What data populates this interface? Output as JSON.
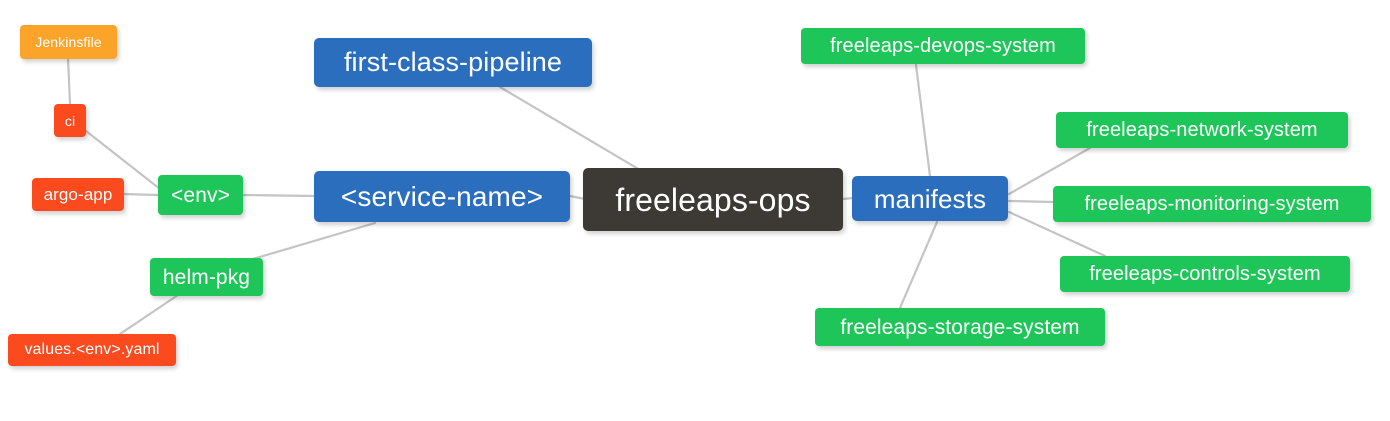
{
  "diagram": {
    "title": "freeleaps-ops repository mindmap",
    "type": "mindmap",
    "background": "#ffffff",
    "edge_color": "#c4c4c4",
    "palette": {
      "root_dark": "#3d3935",
      "blue": "#2a6ebd",
      "green": "#1ec65a",
      "orange": "#fca32a",
      "red": "#fa4a1e",
      "label_text": "#ffffff"
    },
    "nodes": {
      "root": {
        "label": "freeleaps-ops",
        "color": "#3d3935"
      },
      "service_name": {
        "label": "<service-name>",
        "color": "#2a6ebd"
      },
      "first_class_pipeline": {
        "label": "first-class-pipeline",
        "color": "#2a6ebd"
      },
      "manifests": {
        "label": "manifests",
        "color": "#2a6ebd"
      },
      "env": {
        "label": "<env>",
        "color": "#1ec65a"
      },
      "helm_pkg": {
        "label": "helm-pkg",
        "color": "#1ec65a"
      },
      "jenkinsfile": {
        "label": "Jenkinsfile",
        "color": "#fca32a"
      },
      "ci": {
        "label": "ci",
        "color": "#fa4a1e"
      },
      "argo_app": {
        "label": "argo-app",
        "color": "#fa4a1e"
      },
      "values_yaml": {
        "label": "values.<env>.yaml",
        "color": "#fa4a1e"
      },
      "devops_system": {
        "label": "freeleaps-devops-system",
        "color": "#1ec65a"
      },
      "network_system": {
        "label": "freeleaps-network-system",
        "color": "#1ec65a"
      },
      "monitoring_system": {
        "label": "freeleaps-monitoring-system",
        "color": "#1ec65a"
      },
      "controls_system": {
        "label": "freeleaps-controls-system",
        "color": "#1ec65a"
      },
      "storage_system": {
        "label": "freeleaps-storage-system",
        "color": "#1ec65a"
      }
    },
    "edges": [
      {
        "from": "root",
        "to": "service_name"
      },
      {
        "from": "root",
        "to": "first_class_pipeline"
      },
      {
        "from": "root",
        "to": "manifests"
      },
      {
        "from": "service_name",
        "to": "env"
      },
      {
        "from": "service_name",
        "to": "helm_pkg"
      },
      {
        "from": "env",
        "to": "ci"
      },
      {
        "from": "env",
        "to": "argo_app"
      },
      {
        "from": "ci",
        "to": "jenkinsfile"
      },
      {
        "from": "helm_pkg",
        "to": "values_yaml"
      },
      {
        "from": "manifests",
        "to": "devops_system"
      },
      {
        "from": "manifests",
        "to": "network_system"
      },
      {
        "from": "manifests",
        "to": "monitoring_system"
      },
      {
        "from": "manifests",
        "to": "controls_system"
      },
      {
        "from": "manifests",
        "to": "storage_system"
      }
    ]
  }
}
